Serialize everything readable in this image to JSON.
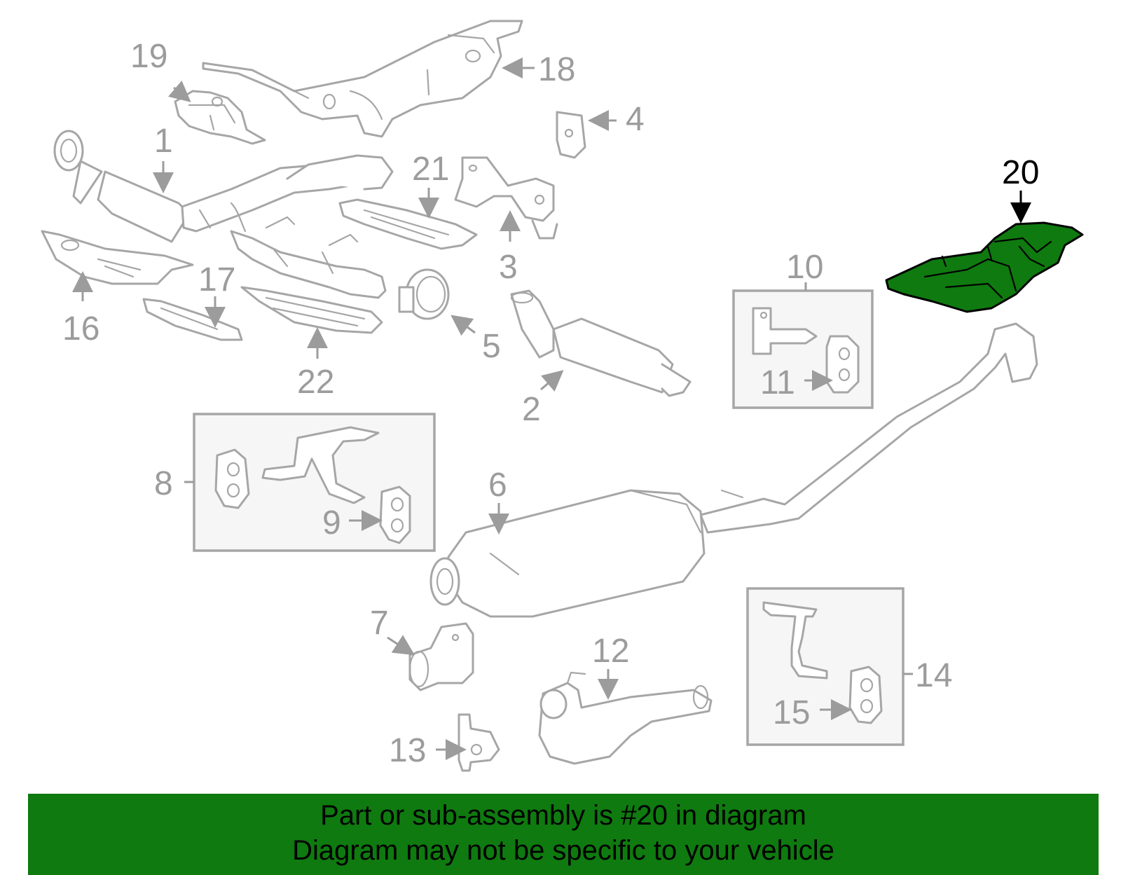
{
  "selected_part": "20",
  "highlight_color": "#0f7a0f",
  "callouts": {
    "c1": "1",
    "c2": "2",
    "c3": "3",
    "c4": "4",
    "c5": "5",
    "c6": "6",
    "c7": "7",
    "c8": "8",
    "c9": "9",
    "c10": "10",
    "c11": "11",
    "c12": "12",
    "c13": "13",
    "c14": "14",
    "c15": "15",
    "c16": "16",
    "c17": "17",
    "c18": "18",
    "c19": "19",
    "c20": "20",
    "c21": "21",
    "c22": "22"
  },
  "banner": {
    "line1": "Part or sub-assembly is #20 in diagram",
    "line2": "Diagram may not be specific to your vehicle"
  }
}
